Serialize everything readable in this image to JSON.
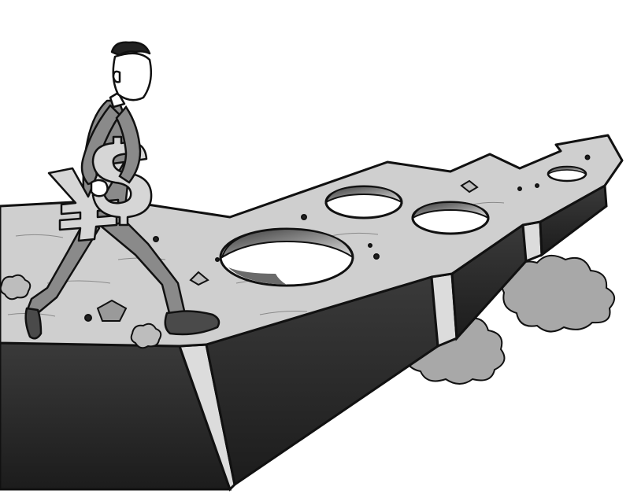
{
  "image": {
    "style": "black-and-white editorial cartoon",
    "colors": {
      "background": "#ffffff",
      "surface_top": "#cfcfcf",
      "surface_side": "#2a2a2a",
      "outline": "#111111",
      "figure_clothes": "#8a8a8a",
      "hole_interior": "#9a9a9a",
      "cloud": "#a8a8a8"
    },
    "elements": [
      "man-walking",
      "yuan-dollar-symbol",
      "stepped-arrow-platform",
      "holes",
      "rocks",
      "dust-clouds"
    ]
  }
}
